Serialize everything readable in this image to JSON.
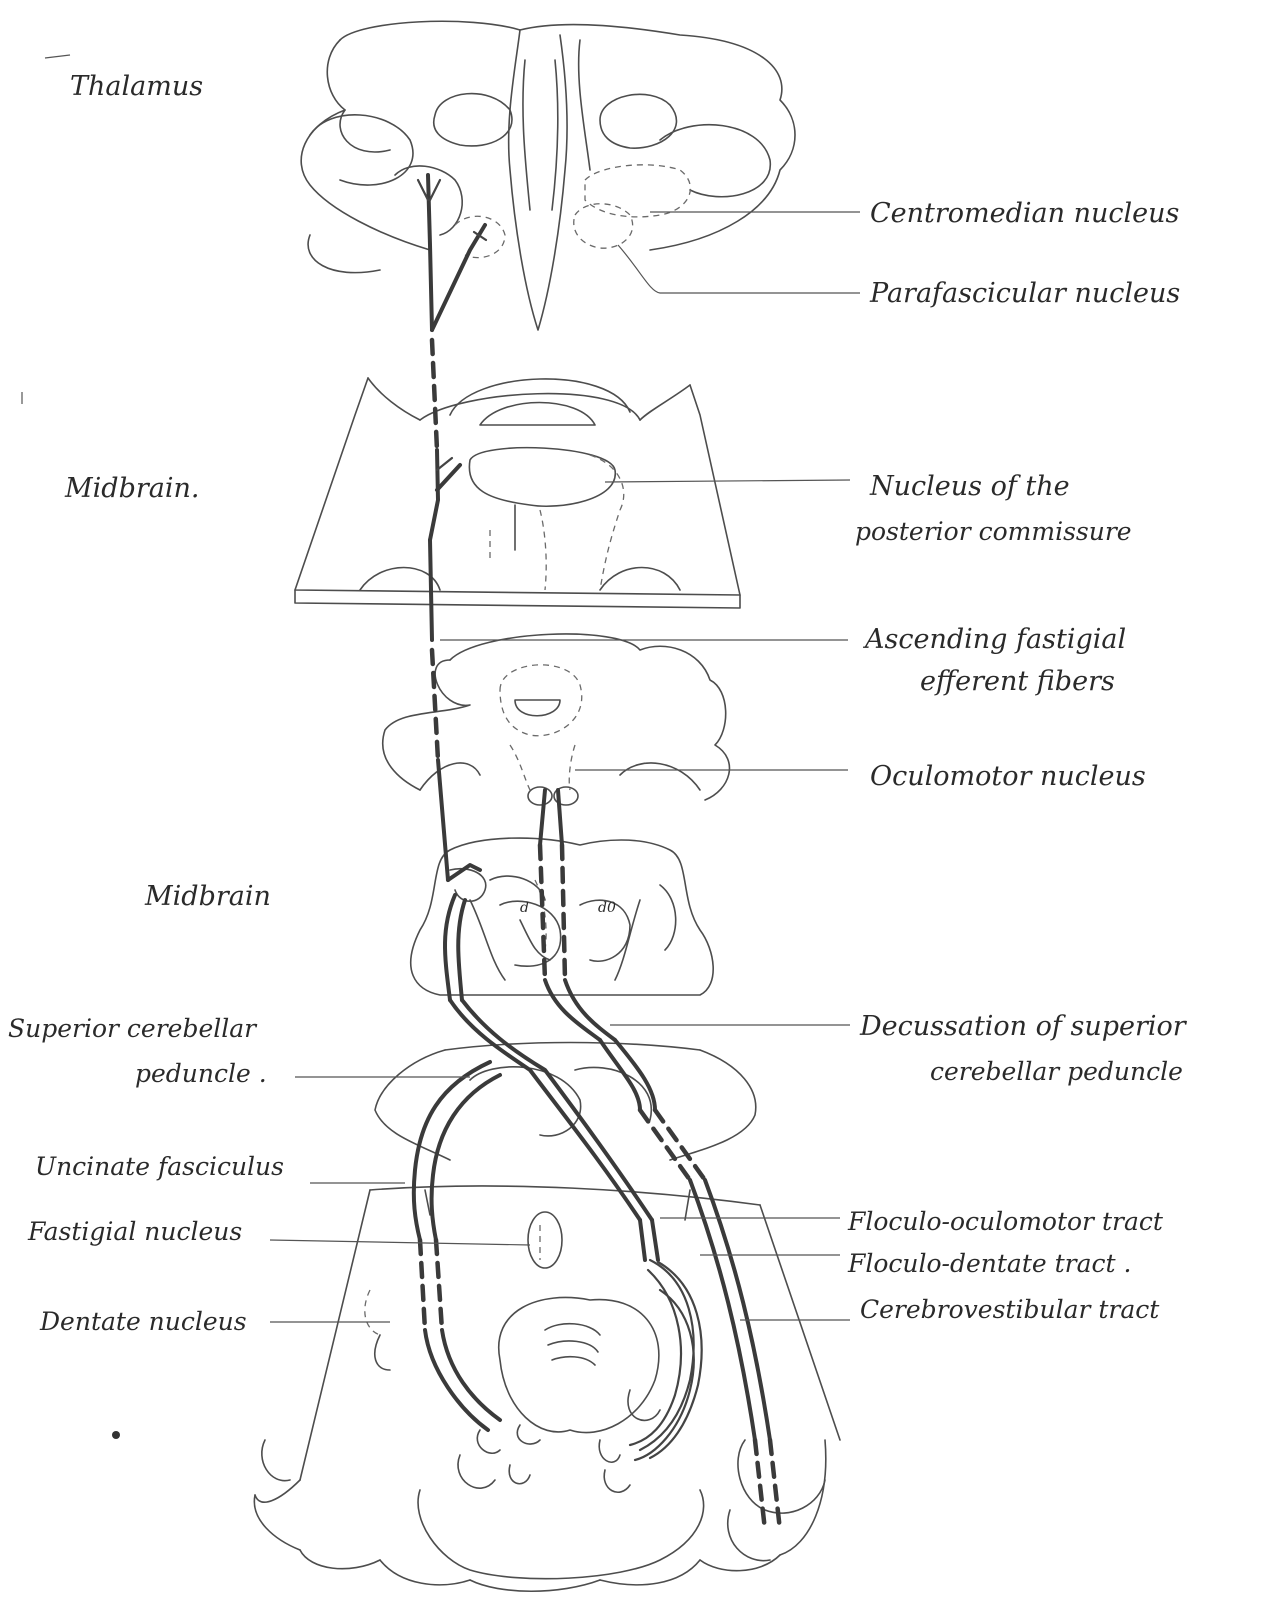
{
  "labels": {
    "thalamus": "Thalamus",
    "centromedian": "Centromedian nucleus",
    "parafascicular": "Parafascicular nucleus",
    "midbrain_upper": "Midbrain.",
    "nucleus_posterior_line1": "Nucleus of the",
    "nucleus_posterior_line2": "posterior commissure",
    "ascending_line1": "Ascending fastigial",
    "ascending_line2": "efferent fibers",
    "oculomotor": "Oculomotor nucleus",
    "midbrain_lower": "Midbrain",
    "decussation_line1": "Decussation of superior",
    "decussation_line2": "cerebellar peduncle",
    "superior_peduncle_line1": "Superior cerebellar",
    "superior_peduncle_line2": "peduncle .",
    "uncinate": "Uncinate fasciculus",
    "fastigial": "Fastigial nucleus",
    "dentate": "Dentate nucleus",
    "floculo_oculomotor": "Floculo-oculomotor tract",
    "floculo_dentate": "Floculo-dentate tract .",
    "cerebrovestibular": "Cerebrovestibular tract"
  },
  "style": {
    "ink": "#2a2a2a",
    "paper": "#ffffff"
  }
}
